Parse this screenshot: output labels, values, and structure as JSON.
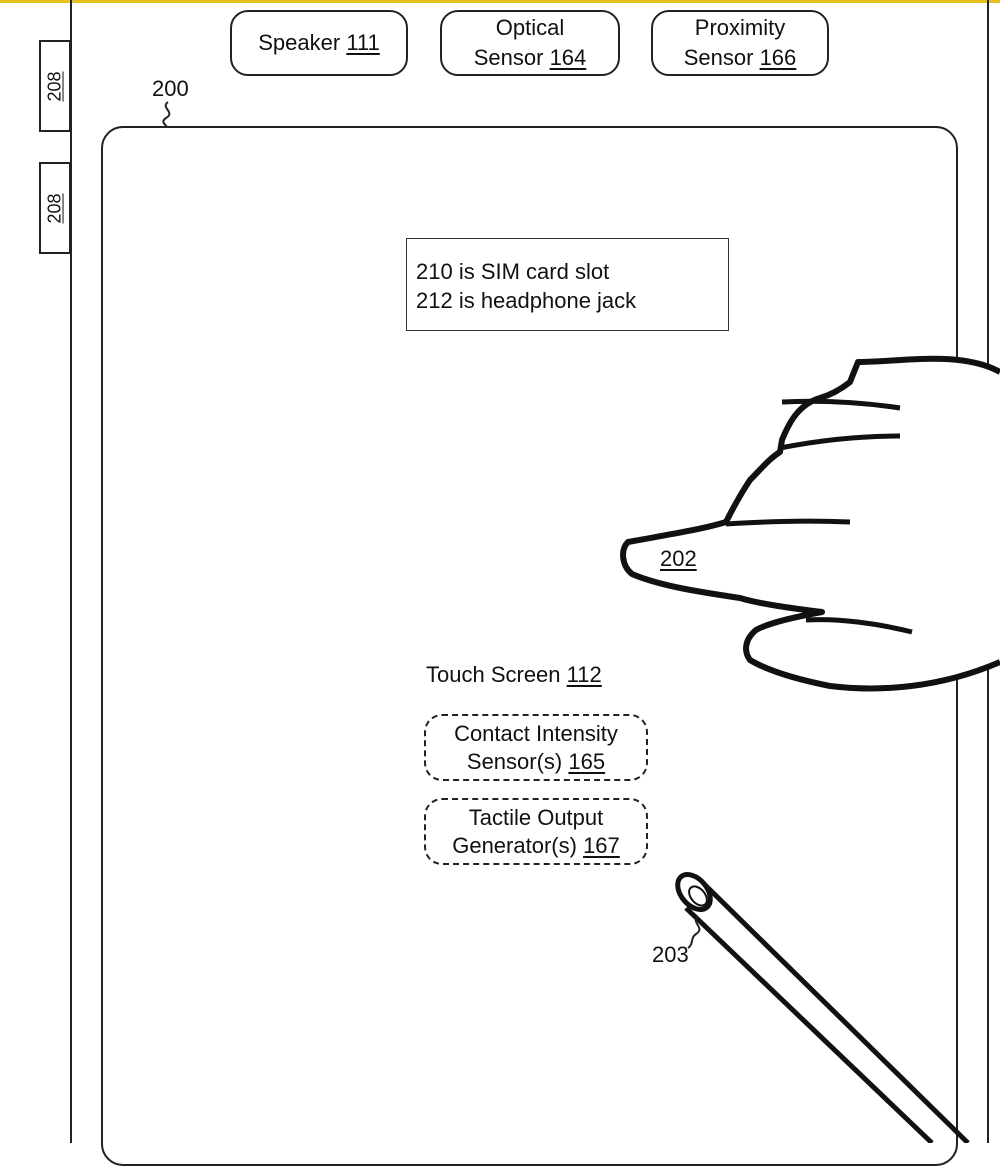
{
  "components": {
    "speaker": {
      "name": "Speaker",
      "ref": "111"
    },
    "optical": {
      "line1": "Optical",
      "line2_name": "Sensor",
      "ref": "164"
    },
    "proximity": {
      "line1": "Proximity",
      "line2_name": "Sensor",
      "ref": "166"
    }
  },
  "side_buttons": [
    "208",
    "208"
  ],
  "device_ref": "200",
  "note": {
    "line1": "210 is SIM card slot",
    "line2": "212 is headphone jack"
  },
  "finger_ref": "202",
  "touch_screen": {
    "name": "Touch Screen",
    "ref": "112"
  },
  "contact_intensity": {
    "line1": "Contact Intensity",
    "line2_name": "Sensor(s)",
    "ref": "165"
  },
  "tactile_output": {
    "line1": "Tactile Output",
    "line2_name": "Generator(s)",
    "ref": "167"
  },
  "stylus_ref": "203",
  "colors": {
    "line": "#222222",
    "accent_bar": "#e8c21c"
  }
}
